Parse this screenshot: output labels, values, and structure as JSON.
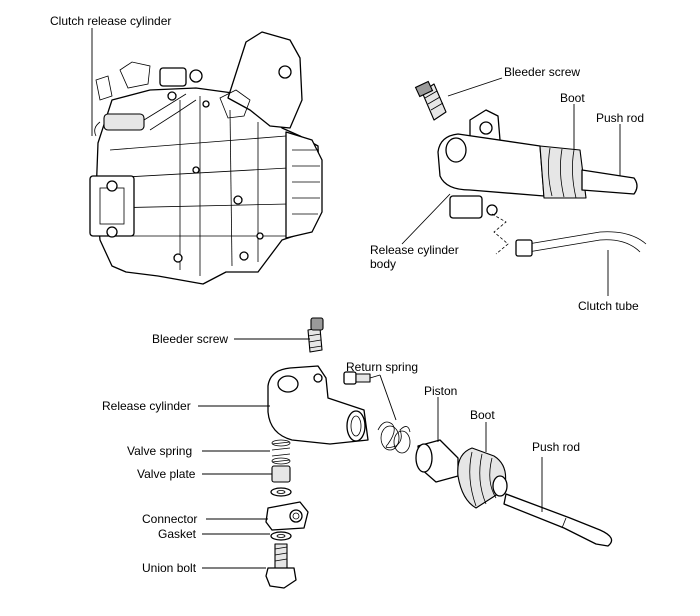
{
  "labels": {
    "clutch_release_cylinder": "Clutch release cylinder",
    "bleeder_screw_top": "Bleeder screw",
    "boot_top": "Boot",
    "push_rod_top": "Push rod",
    "release_cylinder_body_1": "Release cylinder",
    "release_cylinder_body_2": "body",
    "clutch_tube": "Clutch tube",
    "bleeder_screw_bottom": "Bleeder screw",
    "return_spring": "Return spring",
    "release_cylinder": "Release cylinder",
    "piston": "Piston",
    "boot_bottom": "Boot",
    "push_rod_bottom": "Push rod",
    "valve_spring": "Valve spring",
    "valve_plate": "Valve plate",
    "connector": "Connector",
    "gasket": "Gasket",
    "union_bolt": "Union bolt"
  }
}
